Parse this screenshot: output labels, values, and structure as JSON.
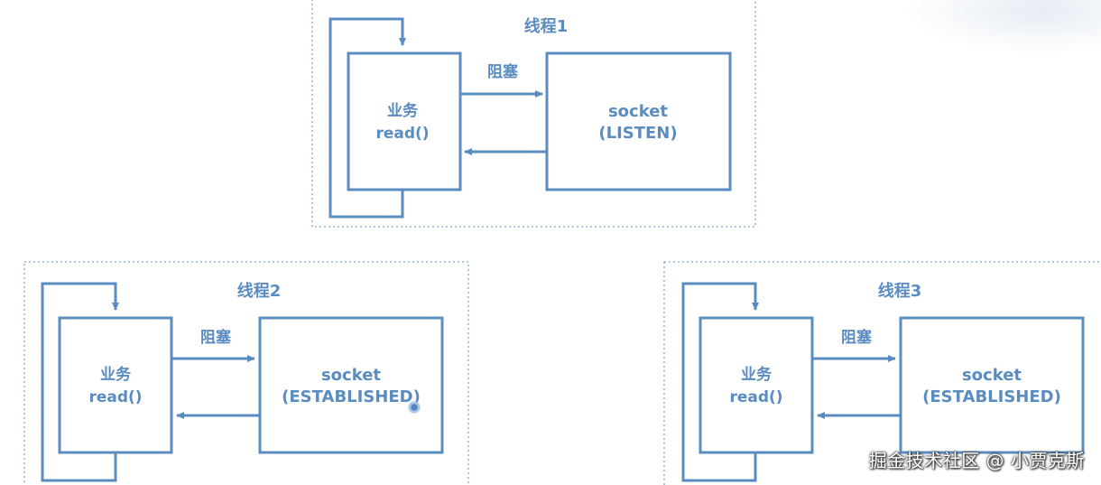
{
  "threads": [
    {
      "title": "线程1",
      "block_label": "阻塞",
      "business_line1": "业务",
      "business_line2": "read()",
      "socket_line1": "socket",
      "socket_line2": "(LISTEN)"
    },
    {
      "title": "线程2",
      "block_label": "阻塞",
      "business_line1": "业务",
      "business_line2": "read()",
      "socket_line1": "socket",
      "socket_line2": "(ESTABLISHED)"
    },
    {
      "title": "线程3",
      "block_label": "阻塞",
      "business_line1": "业务",
      "business_line2": "read()",
      "socket_line1": "socket",
      "socket_line2": "(ESTABLISHED)"
    }
  ],
  "watermark": "掘金技术社区 @ 小贾克斯",
  "colors": {
    "accent": "#5b8cc0",
    "frame": "#7fa7cf"
  }
}
